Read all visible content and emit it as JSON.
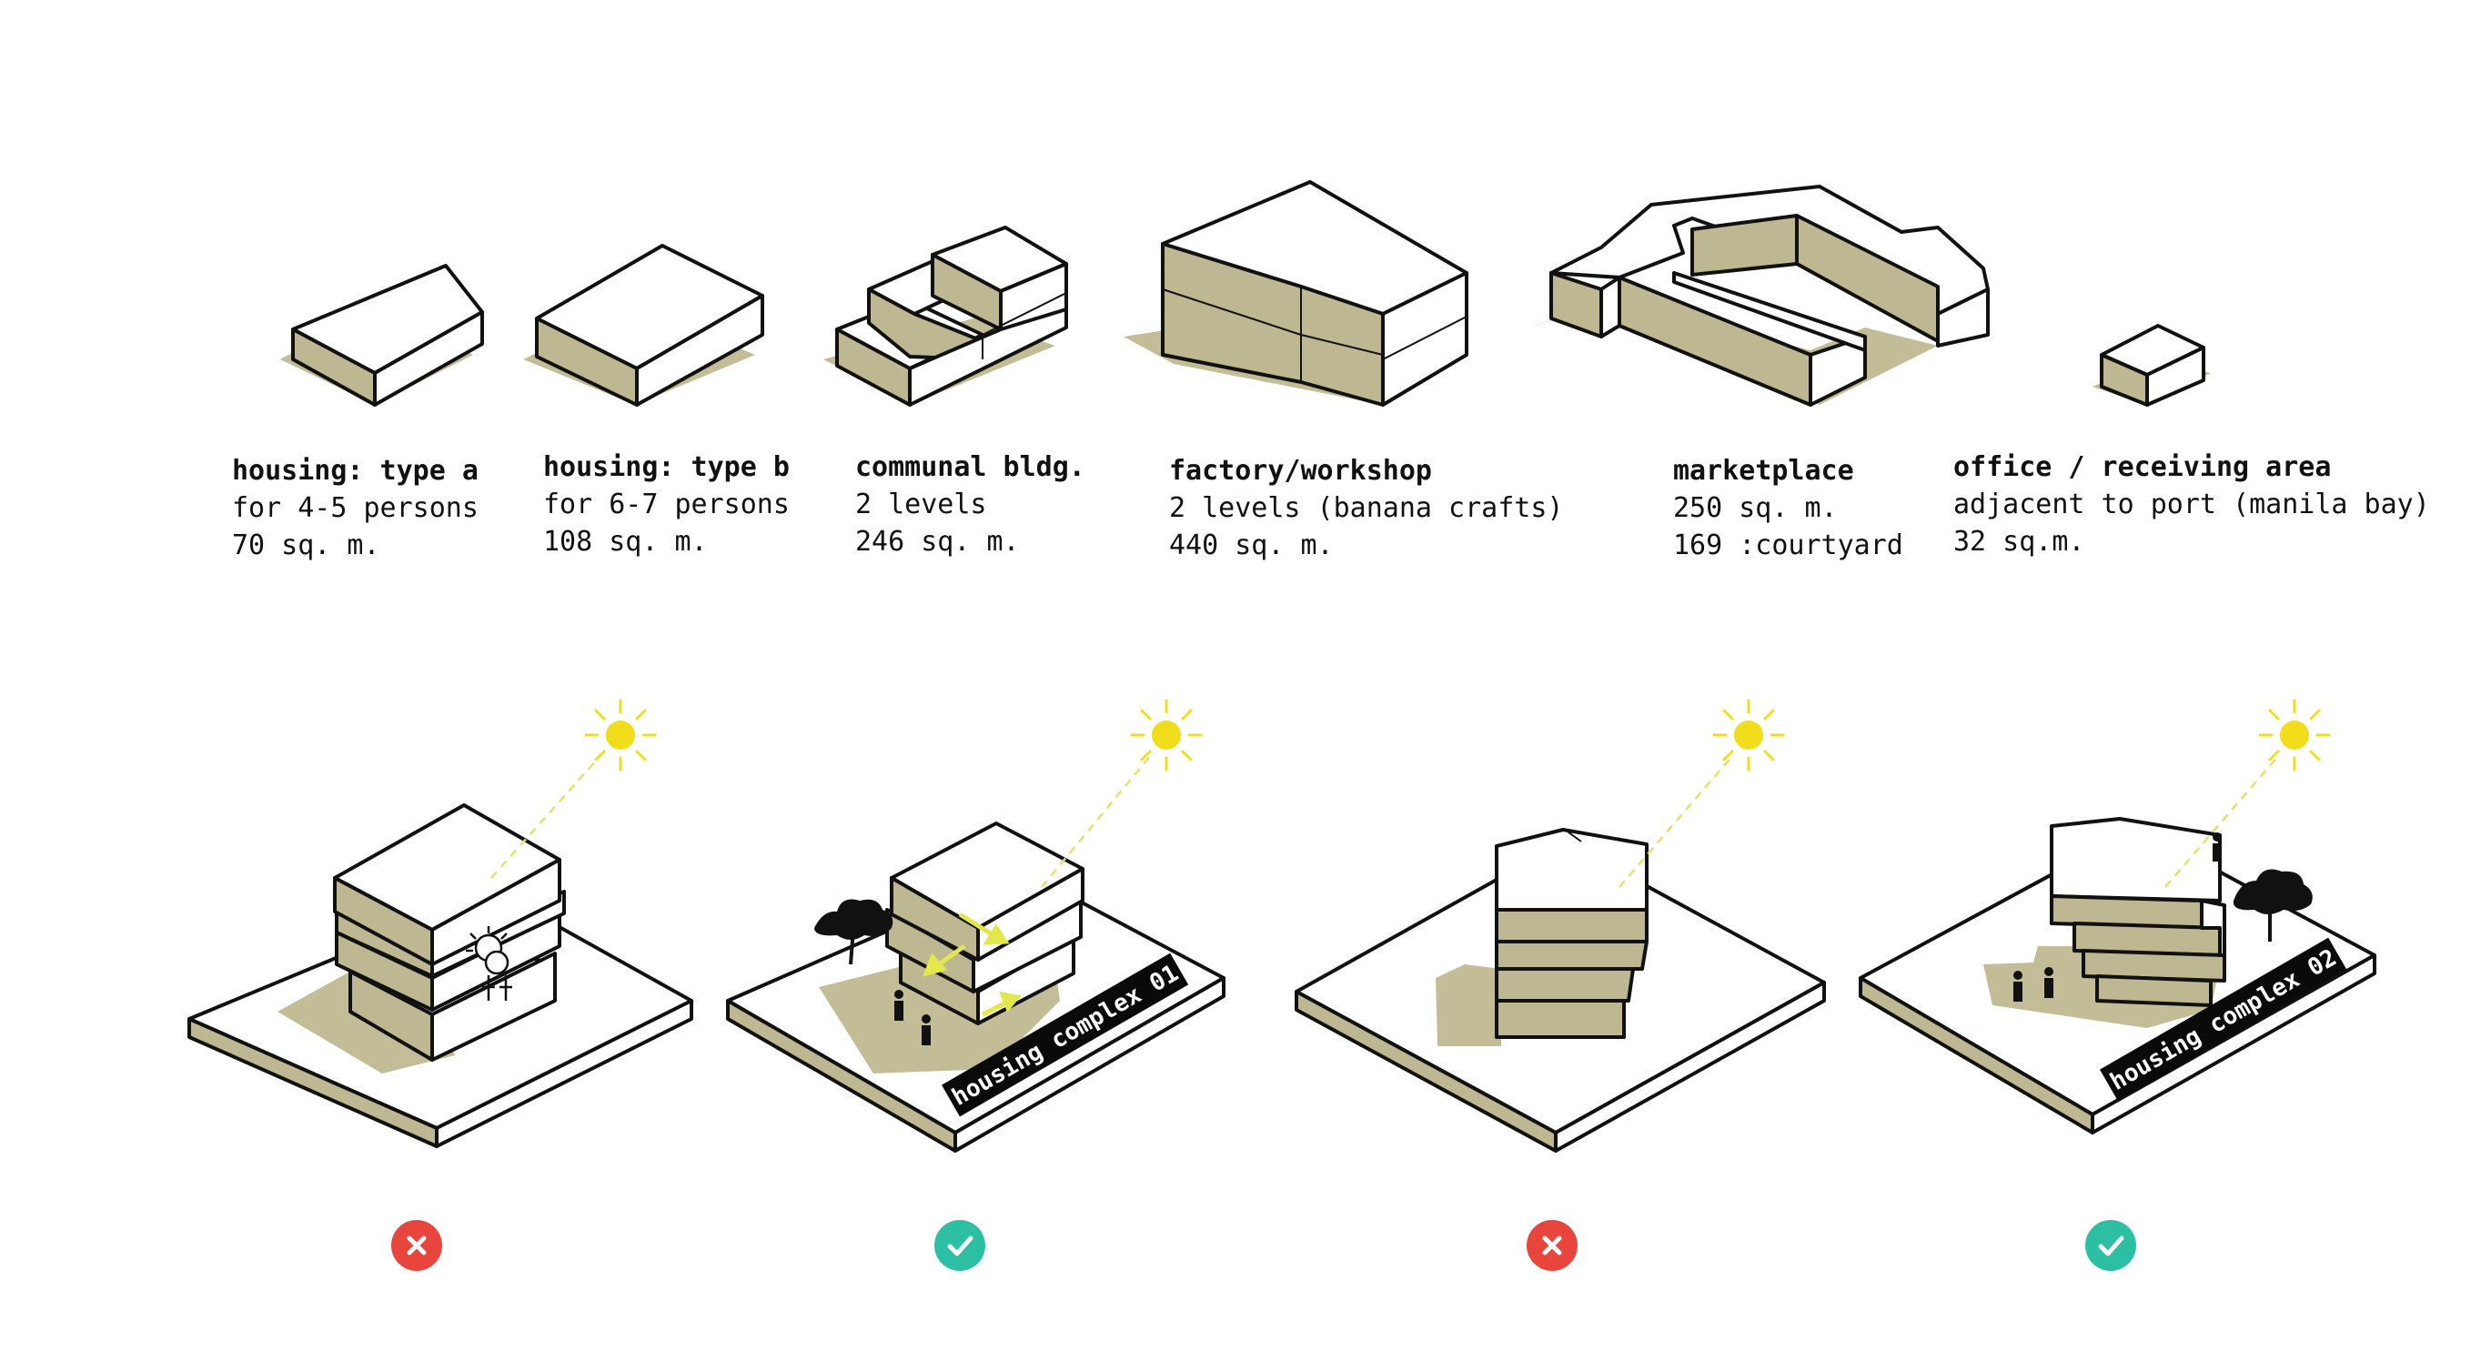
{
  "programs": [
    {
      "title": "housing: type a",
      "line1": "for 4-5 persons",
      "line2": "70 sq. m."
    },
    {
      "title": "housing: type b",
      "line1": "for 6-7 persons",
      "line2": "108 sq. m."
    },
    {
      "title": "communal bldg.",
      "line1": "2 levels",
      "line2": "246 sq. m."
    },
    {
      "title": "factory/workshop",
      "line1": "2 levels (banana crafts)",
      "line2": "440 sq. m."
    },
    {
      "title": "marketplace",
      "line1": "250 sq. m.",
      "line2": "169 :courtyard"
    },
    {
      "title": "office / receiving area",
      "line1": "adjacent to port (manila bay)",
      "line2": "32 sq.m."
    }
  ],
  "studies": [
    {
      "banner": "",
      "verdict": "rejected",
      "verdict_icon": "cross-icon"
    },
    {
      "banner": "housing complex 01",
      "verdict": "approved",
      "verdict_icon": "check-icon"
    },
    {
      "banner": "",
      "verdict": "rejected",
      "verdict_icon": "cross-icon"
    },
    {
      "banner": "housing complex 02",
      "verdict": "approved",
      "verdict_icon": "check-icon"
    }
  ],
  "colors": {
    "volume_fill": "#bdb892",
    "shadow": "#c2bd96",
    "sun": "#f2dd1c",
    "sun_ray": "#dfe36a",
    "rejected": "#e8453c",
    "approved": "#2cbfa3",
    "outline": "#111111",
    "banner_bg": "#0a0a0a",
    "banner_text": "#ffffff"
  }
}
